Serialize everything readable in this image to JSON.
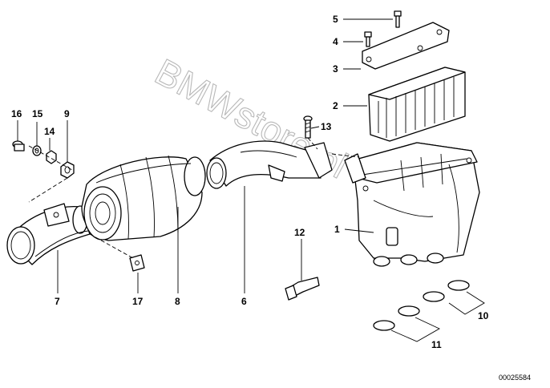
{
  "watermark": "BMWstore.pl",
  "document_number": "00025584",
  "callouts": {
    "c1": "1",
    "c2": "2",
    "c3": "3",
    "c4": "4",
    "c5": "5",
    "c6": "6",
    "c7": "7",
    "c8": "8",
    "c9": "9",
    "c10": "10",
    "c11": "11",
    "c12": "12",
    "c13": "13",
    "c14": "14",
    "c15": "15",
    "c16": "16",
    "c17": "17"
  }
}
